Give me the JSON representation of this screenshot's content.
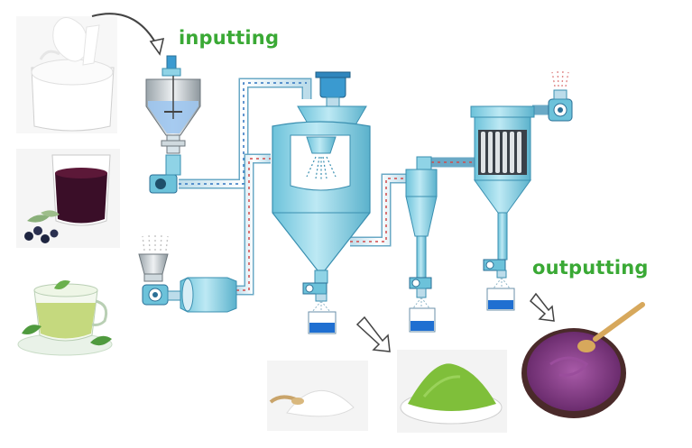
{
  "labels": {
    "input": "inputting",
    "output": "outputting"
  },
  "colors": {
    "label_green": "#3aa935",
    "equipment_cyan": "#8fd3e6",
    "equipment_outline": "#3a8fb0",
    "pipe_red": "#d24a4a",
    "pipe_blue": "#2f74c0",
    "powder_blue": "#1f6fd1",
    "powder_white": "#f4f4f2",
    "powder_green": "#7fbf3a",
    "powder_purple": "#8a3f8f"
  },
  "inputs": [
    {
      "name": "milk",
      "icon": "milk-glass-icon"
    },
    {
      "name": "berry-juice",
      "icon": "berry-juice-glass-icon"
    },
    {
      "name": "green-tea",
      "icon": "tea-cup-icon"
    }
  ],
  "outputs": [
    {
      "name": "white-powder",
      "icon": "white-powder-icon"
    },
    {
      "name": "green-powder",
      "icon": "green-powder-icon"
    },
    {
      "name": "purple-powder",
      "icon": "purple-powder-icon"
    }
  ]
}
